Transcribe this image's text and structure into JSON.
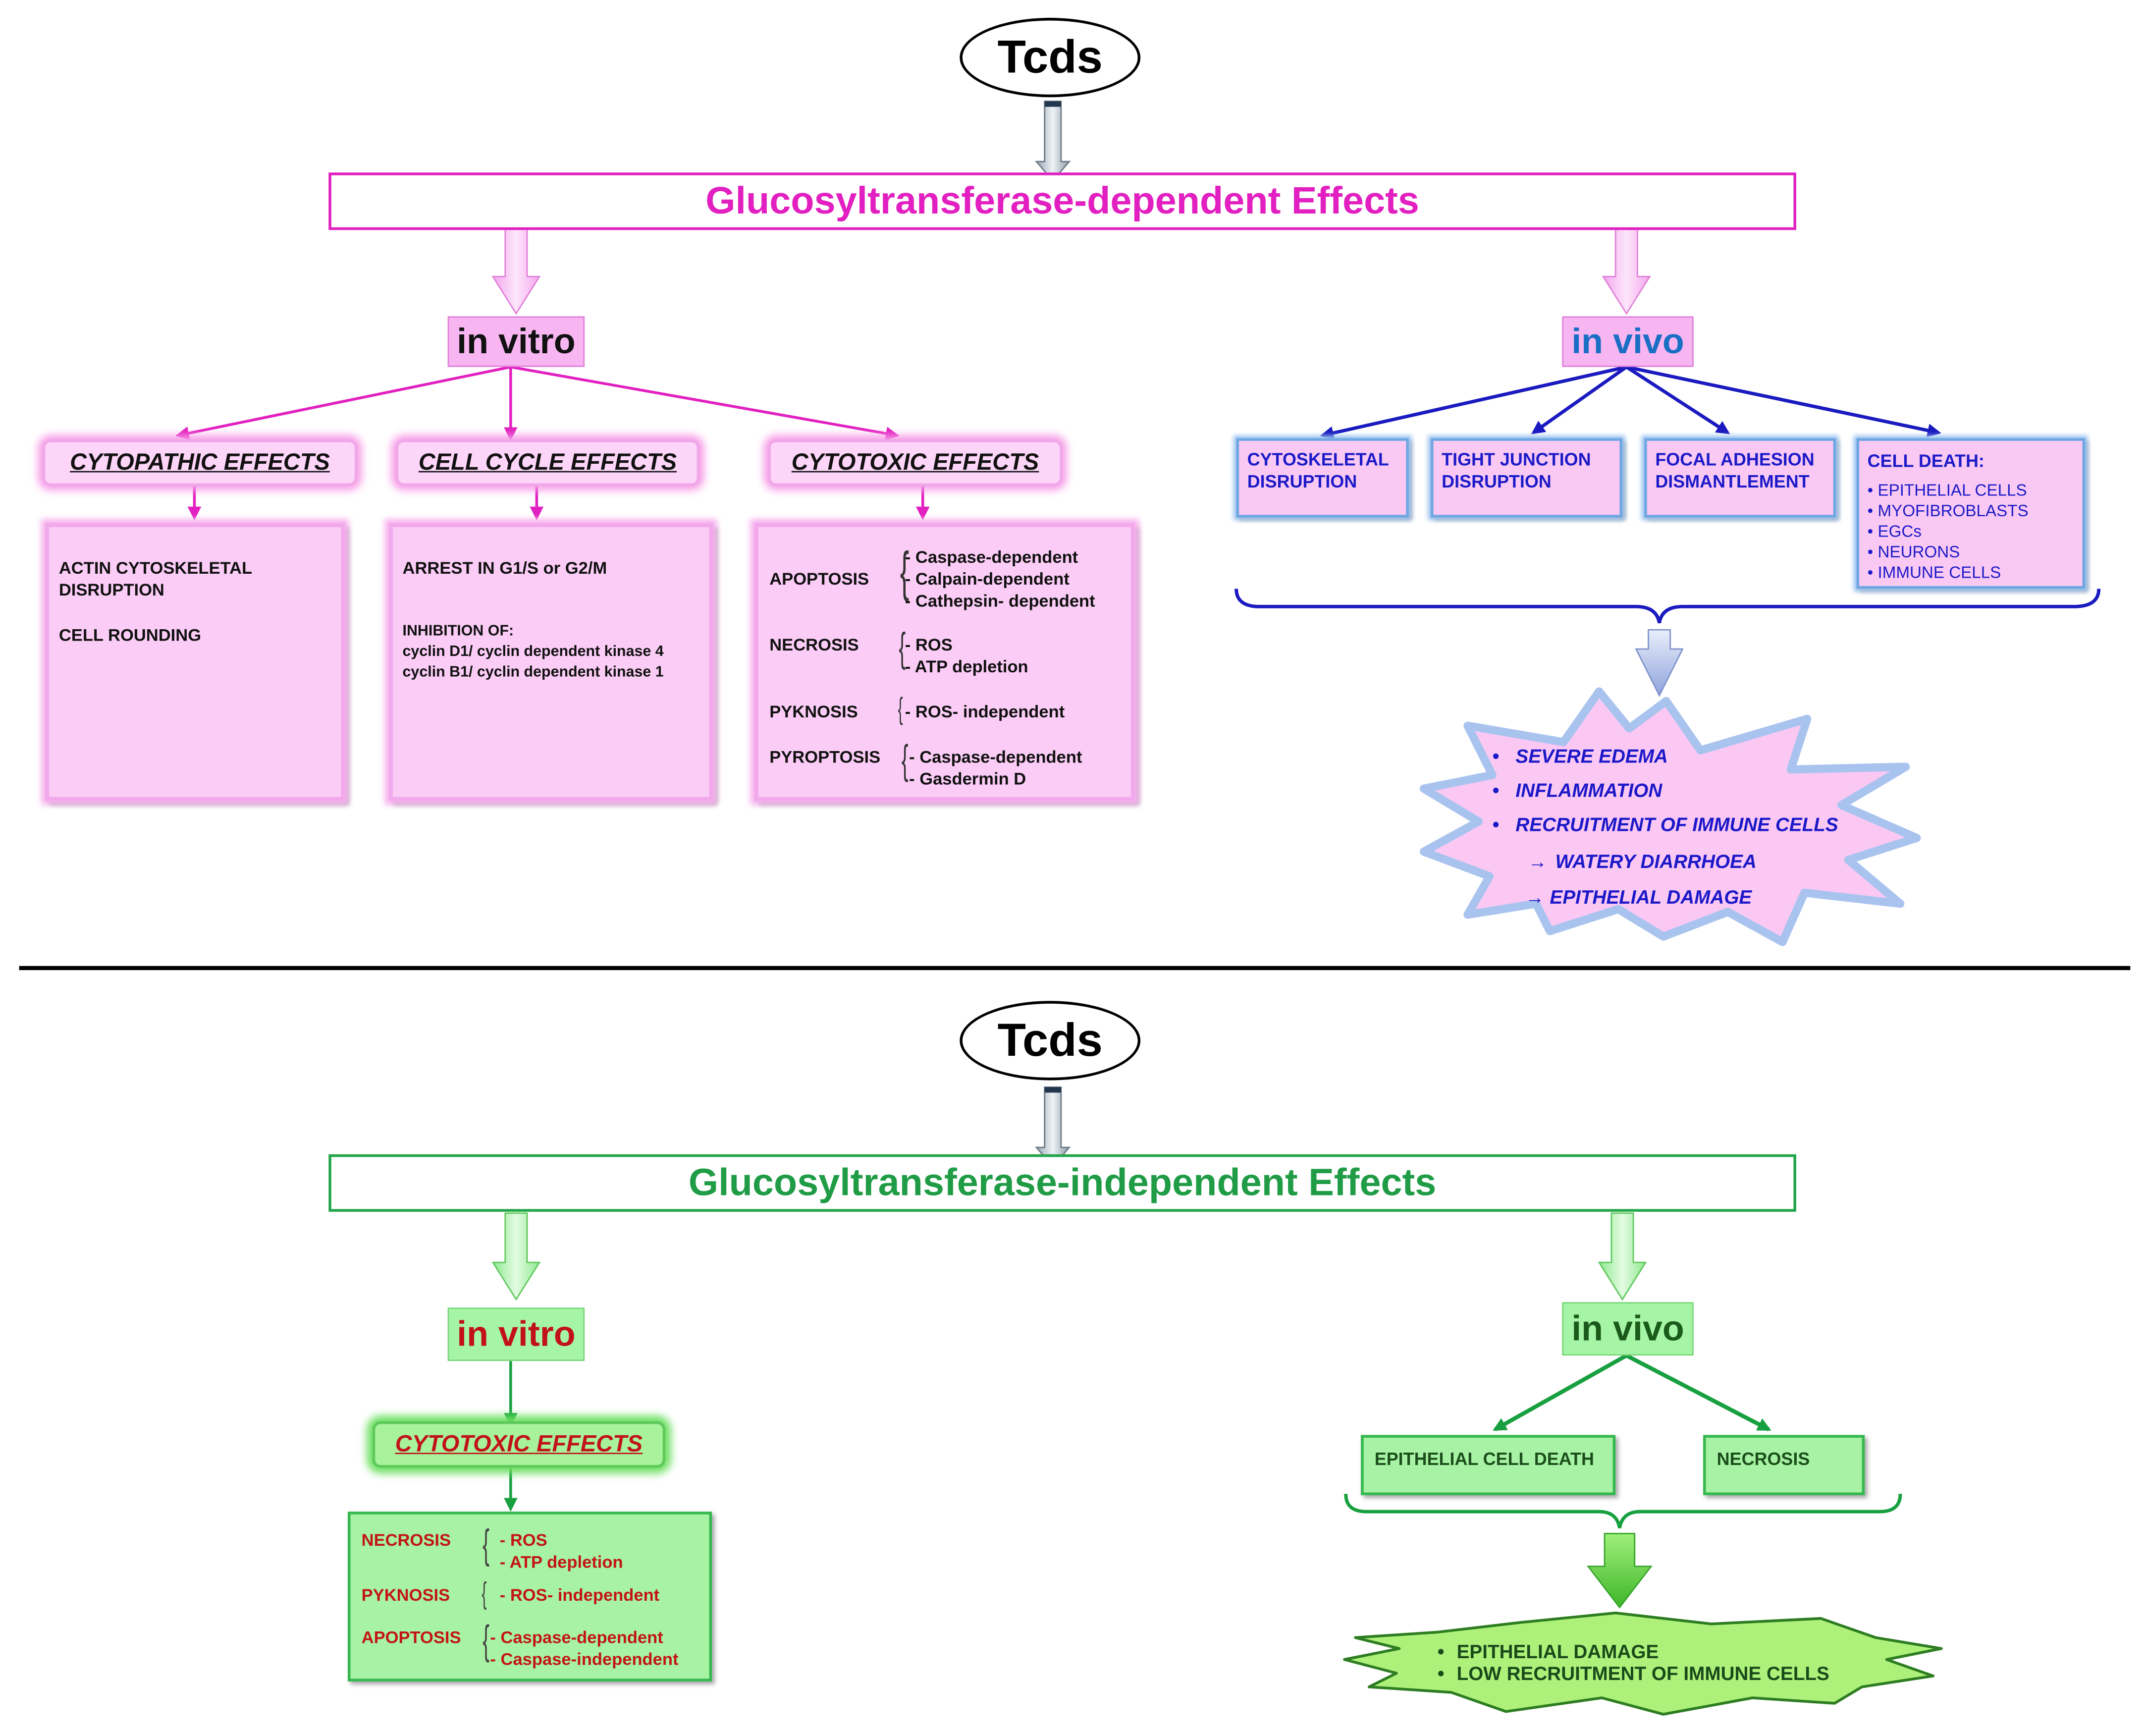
{
  "top": {
    "toxin": "Tcds",
    "banner": "Glucosyltransferase-dependent Effects",
    "in_vitro": "in vitro",
    "in_vivo": "in vivo",
    "cytopathic": {
      "title": "CYTOPATHIC EFFECTS",
      "line1": "ACTIN CYTOSKELETAL",
      "line2": "DISRUPTION",
      "line3": "CELL ROUNDING"
    },
    "cellcycle": {
      "title": "CELL CYCLE EFFECTS",
      "line1": "ARREST  IN G1/S or G2/M",
      "line2": "INHIBITION OF:",
      "line3": "cyclin D1/ cyclin dependent kinase 4",
      "line4": "cyclin B1/ cyclin dependent kinase 1"
    },
    "cytotoxic": {
      "title": "CYTOTOXIC EFFECTS",
      "apoptosis": "APOPTOSIS",
      "apo1": "- Caspase-dependent",
      "apo2": "- Calpain-dependent",
      "apo3": "- Cathepsin- dependent",
      "necrosis": "NECROSIS",
      "nec1": "- ROS",
      "nec2": "- ATP depletion",
      "pyknosis": "PYKNOSIS",
      "pyk1": "- ROS- independent",
      "pyroptosis": "PYROPTOSIS",
      "pyr1": "- Caspase-dependent",
      "pyr2": "- Gasdermin D"
    },
    "vivo_boxes": {
      "cyto1": "CYTOSKELETAL",
      "cyto2": "DISRUPTION",
      "tight1": "TIGHT JUNCTION",
      "tight2": "DISRUPTION",
      "focal1": "FOCAL ADHESION",
      "focal2": "DISMANTLEMENT",
      "death": "CELL DEATH:",
      "d1": "• EPITHELIAL CELLS",
      "d2": "• MYOFIBROBLASTS",
      "d3": "• EGCs",
      "d4": "• NEURONS",
      "d5": "• IMMUNE CELLS"
    },
    "burst": {
      "b1": "SEVERE EDEMA",
      "b2": "INFLAMMATION",
      "b3": "RECRUITMENT OF IMMUNE CELLS",
      "r1": "WATERY DIARRHOEA",
      "r2": "EPITHELIAL DAMAGE",
      "bullet": "•",
      "arrow": "→"
    }
  },
  "bottom": {
    "toxin": "Tcds",
    "banner": "Glucosyltransferase-independent Effects",
    "in_vitro": "in vitro",
    "in_vivo": "in vivo",
    "cytotoxic": {
      "title": "CYTOTOXIC EFFECTS",
      "necrosis": "NECROSIS",
      "nec1": "- ROS",
      "nec2": "- ATP depletion",
      "pyknosis": "PYKNOSIS",
      "pyk1": "- ROS- independent",
      "apoptosis": "APOPTOSIS",
      "apo1": "- Caspase-dependent",
      "apo2": "- Caspase-independent"
    },
    "vivo_boxes": {
      "death": "EPITHELIAL CELL DEATH",
      "necrosis": "NECROSIS"
    },
    "burst": {
      "b1": "EPITHELIAL DAMAGE",
      "b2": "LOW RECRUITMENT OF IMMUNE CELLS",
      "bullet": "•"
    }
  },
  "colors": {
    "pink_accent": "#e21fc0",
    "pink_fill": "#f9c9f4",
    "green_accent": "#1f9c45",
    "green_fill": "#a7f2a4",
    "blue_text": "#1c1ac8",
    "red_text": "#c21515"
  }
}
